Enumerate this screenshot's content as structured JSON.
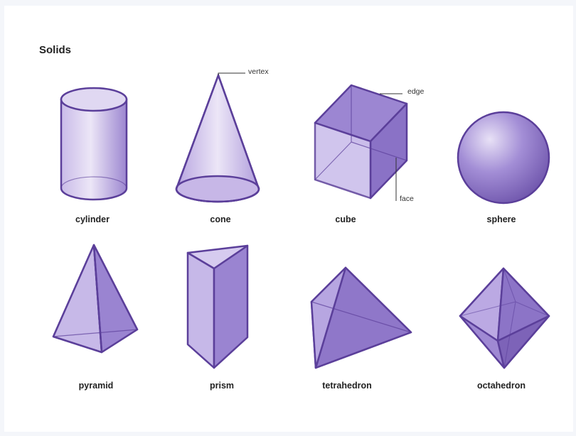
{
  "title": "Solids",
  "annotations": {
    "vertex": "vertex",
    "edge": "edge",
    "face": "face"
  },
  "colors": {
    "stroke": "#5b3f9a",
    "fill_light": "#d8cdee",
    "fill_mid": "#a993d6",
    "fill_dark": "#7d63b8"
  },
  "solids": [
    {
      "label": "cylinder"
    },
    {
      "label": "cone"
    },
    {
      "label": "cube"
    },
    {
      "label": "sphere"
    },
    {
      "label": "pyramid"
    },
    {
      "label": "prism"
    },
    {
      "label": "tetrahedron"
    },
    {
      "label": "octahedron"
    }
  ]
}
